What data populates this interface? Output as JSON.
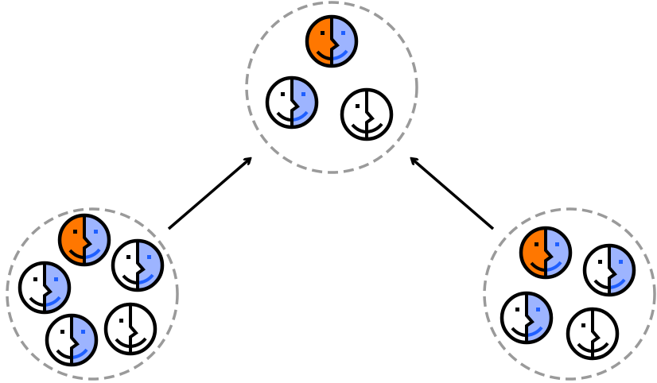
{
  "colors": {
    "orange": "#ff7700",
    "light_blue": "#9db4ff",
    "smile_blue": "#1f5fff",
    "white": "#ffffff",
    "outline": "#000000",
    "group_border": "#9a9a9a",
    "arrow": "#000000"
  },
  "face_types": {
    "orange-blue": {
      "left": "orange",
      "right": "light_blue",
      "smile_right": "smile_blue"
    },
    "white-blue": {
      "left": "white",
      "right": "light_blue",
      "smile_right": "smile_blue"
    },
    "white": {
      "left": "white",
      "right": "white",
      "smile_right": "outline"
    }
  },
  "groups": [
    {
      "id": "top",
      "members": [
        "orange-blue",
        "white-blue",
        "white"
      ]
    },
    {
      "id": "left",
      "members": [
        "orange-blue",
        "white-blue",
        "white-blue",
        "white",
        "white-blue"
      ]
    },
    {
      "id": "right",
      "members": [
        "orange-blue",
        "white-blue",
        "white-blue",
        "white"
      ]
    }
  ],
  "arrows": [
    {
      "from": "left",
      "to": "top"
    },
    {
      "from": "right",
      "to": "top"
    }
  ]
}
